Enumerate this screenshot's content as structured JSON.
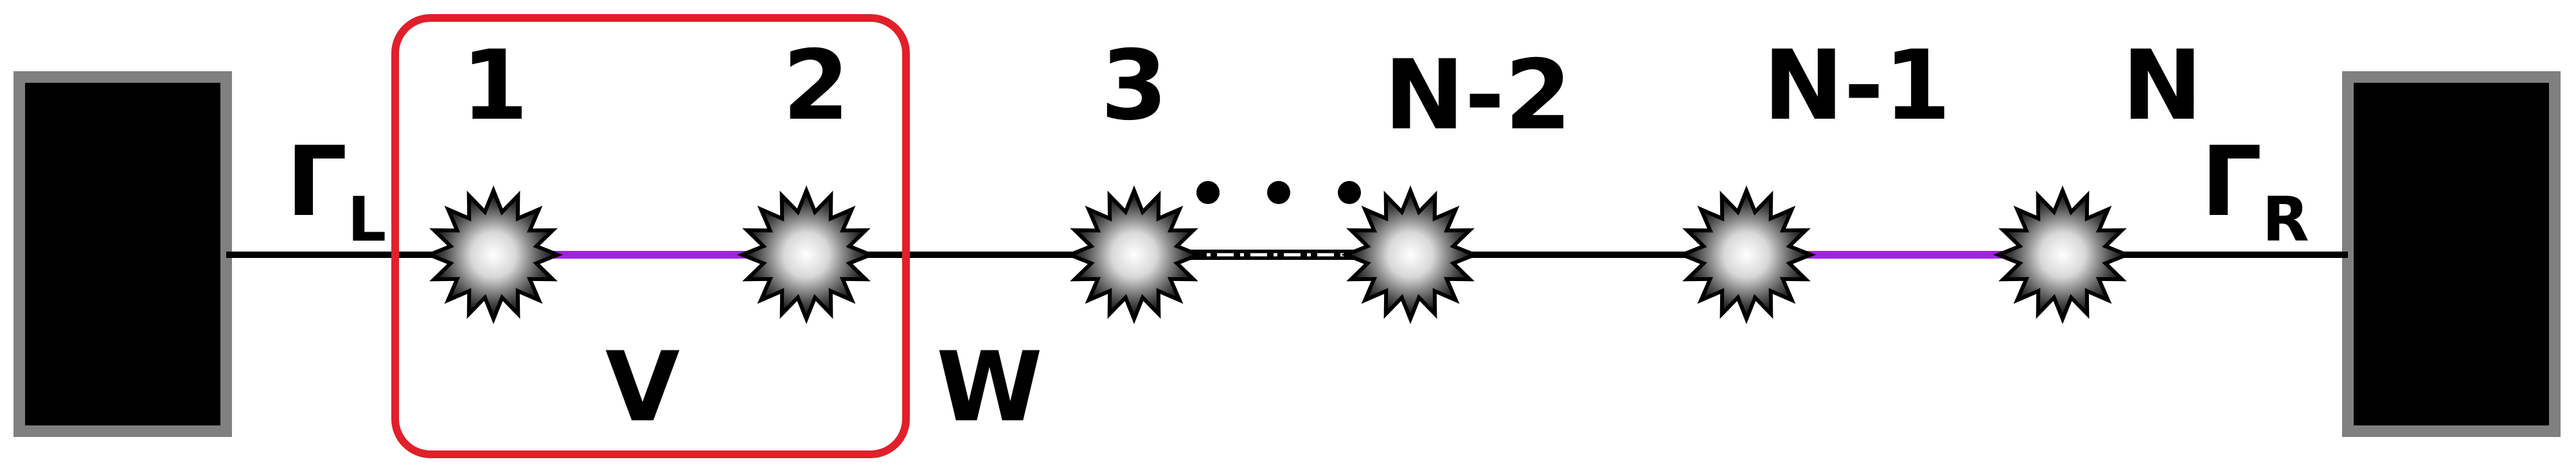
{
  "labels": {
    "site_1": "1",
    "site_2": "2",
    "site_3": "3",
    "site_n_minus_2": "N-2",
    "site_n_minus_1": "N-1",
    "site_n": "N",
    "gamma_left": "Γ",
    "gamma_left_sub": "L",
    "gamma_right": "Γ",
    "gamma_right_sub": "R",
    "coupling_v": "V",
    "coupling_w": "W",
    "ellipsis": "• • •"
  },
  "colors": {
    "lead": "#000000",
    "lead_border": "#808080",
    "wire": "#000000",
    "intra_bond": "#a020f0",
    "cell_box": "#e0202a",
    "site_fill_center": "#ffffff",
    "site_fill_edge": "#000000"
  }
}
